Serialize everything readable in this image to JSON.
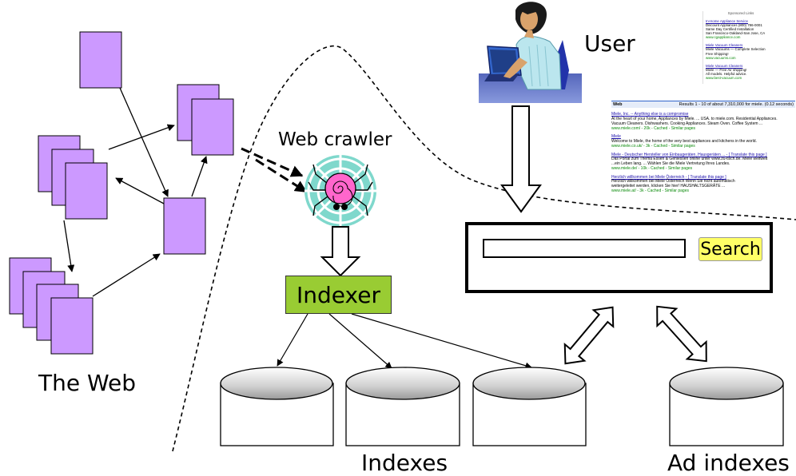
{
  "labels": {
    "the_web": "The Web",
    "web_crawler": "Web crawler",
    "indexer": "Indexer",
    "indexes": "Indexes",
    "ad_indexes": "Ad indexes",
    "user": "User",
    "search_button": "Search"
  },
  "ads_panel": {
    "header": "Sponsored Links",
    "ads": [
      {
        "title": "In-Home Appliance Service",
        "lines": [
          "Discount Appliances (800) 786-0001",
          "Same Day Certified Installation",
          "San Francisco-Oakland-San Jose, CA"
        ],
        "url": "www.cgappliance.com"
      },
      {
        "title": "Miele Vacuum Cleaners",
        "lines": [
          "Miele Vacuums — Complete Selection",
          "Free Shipping!"
        ],
        "url": "www.vacuums.com"
      },
      {
        "title": "Miele Vacuum Cleaners",
        "lines": [
          "Miele — Free Air shipping!",
          "All models. Helpful advice."
        ],
        "url": "www.best-vacuum.com"
      }
    ]
  },
  "results_panel": {
    "tab": "Web",
    "summary": "Results 1 - 10 of about 7,310,000 for miele. (0.12 seconds)",
    "results": [
      {
        "title": "Miele, Inc. -- Anything else is a compromise",
        "lines": [
          "At the heart of your home, Appliances by Miele. ... USA. to miele.com. Residential Appliances.",
          "Vacuum Cleaners. Dishwashers. Cooking Appliances. Steam Oven. Coffee System ..."
        ],
        "url": "www.miele.com/ - 20k - Cached - Similar pages"
      },
      {
        "title": "Miele",
        "lines": [
          "Welcome to Miele, the home of the very best appliances and kitchens in the world."
        ],
        "url": "www.miele.co.uk/ - 3k - Cached - Similar pages"
      },
      {
        "title": "Miele - Deutscher Hersteller von Einbaugeräten, Hausgeräten ... - [ Translate this page ]",
        "lines": [
          "Das Portal zum Thema Essen & Geniessen online unter www.zu-tisch.de. Miele weltweit",
          "...ein Leben lang. ... Wählen Sie die Miele Vertretung Ihres Landes."
        ],
        "url": "www.miele.de/ - 10k - Cached - Similar pages"
      },
      {
        "title": "Herzlich willkommen bei Miele Österreich - [ Translate this page ]",
        "lines": [
          "Herzlich willkommen bei Miele Österreich Wenn Sie nicht automatisch",
          "weitergeleitet werden, klicken Sie hier! HAUSHALTSGERÄTE ..."
        ],
        "url": "www.miele.at/ - 3k - Cached - Similar pages"
      }
    ]
  },
  "colors": {
    "page_fill": "#cc99ff",
    "indexer_fill": "#99cc33",
    "search_button_fill": "#ffff66",
    "disk_top": "#dddddd"
  }
}
